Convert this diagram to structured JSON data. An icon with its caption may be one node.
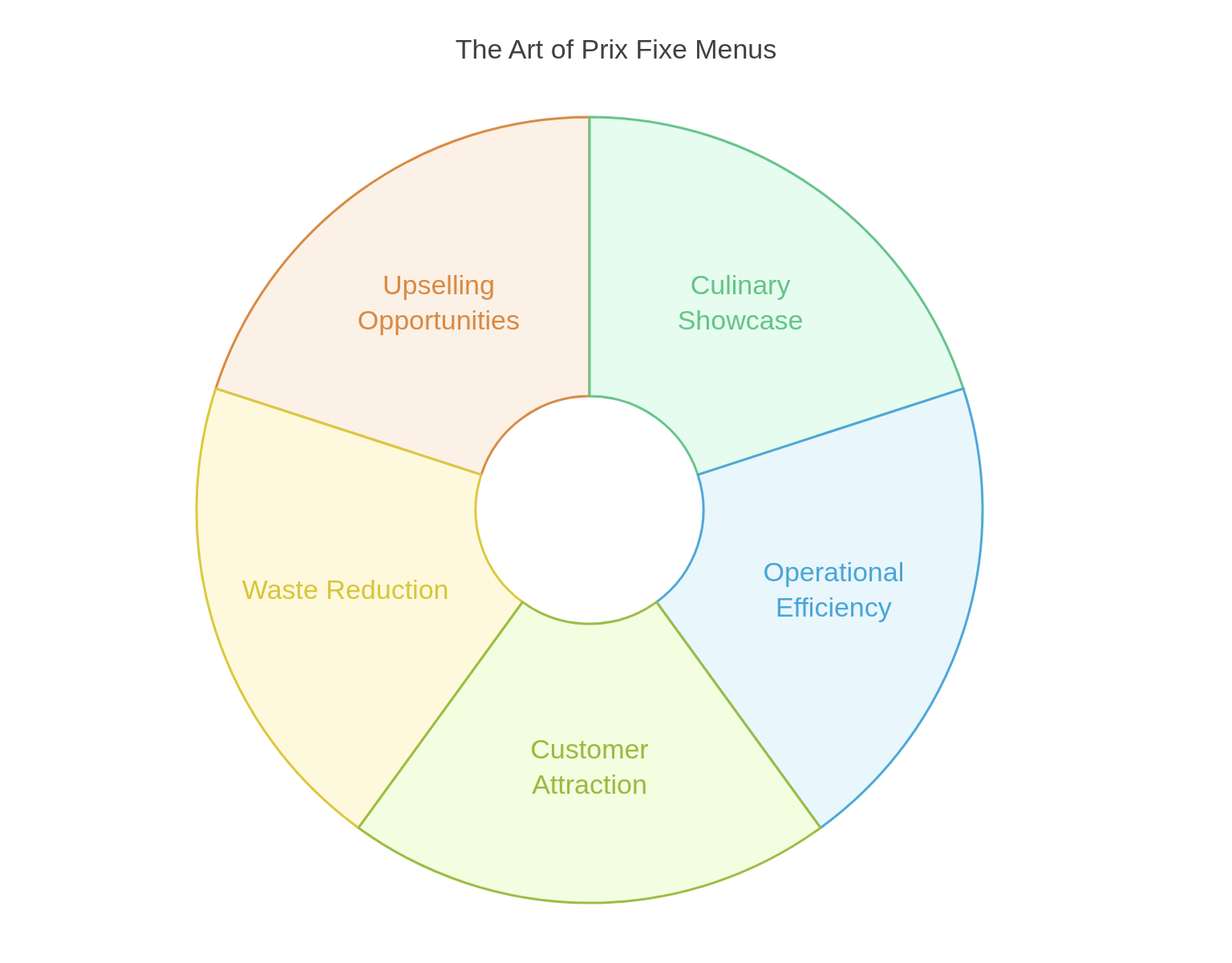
{
  "diagram": {
    "title": "The Art of Prix Fixe Menus",
    "nodes": [
      {
        "text": [
          "Upselling Opportunities"
        ]
      },
      {
        "text": [
          "Culinary Showcase"
        ]
      },
      {
        "text": [
          "Waste Reduction"
        ]
      },
      {
        "text": [
          "Operational Efficiency"
        ]
      },
      {
        "text": [
          "Customer Attraction"
        ]
      }
    ]
  }
}
